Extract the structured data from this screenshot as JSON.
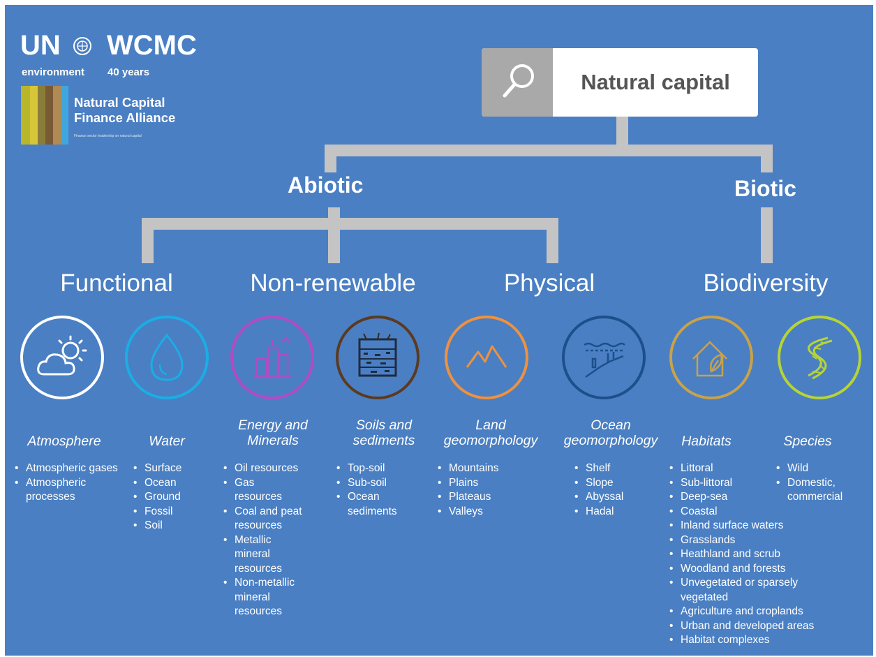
{
  "logo": {
    "un": "UN",
    "un_sub": "environment",
    "wcmc": "WCMC",
    "wcmc_sub": "40 years",
    "ncfa": "Natural Capital Finance Alliance",
    "ncfa_tagline": "Finance sector leadership on natural capital"
  },
  "root": {
    "label": "Natural capital",
    "icon": "magnifier-icon"
  },
  "branches": {
    "abiotic": "Abiotic",
    "biotic": "Biotic"
  },
  "groups": {
    "functional": "Functional",
    "non_renewable": "Non-renewable",
    "physical": "Physical",
    "biodiversity": "Biodiversity"
  },
  "colors": {
    "background": "#4a7fc3",
    "connector": "#c4c4c4",
    "atmosphere": "#ffffff",
    "water": "#1aaee5",
    "energy": "#b24bc7",
    "soils": "#5b3a22",
    "land": "#f0913d",
    "ocean": "#1d4f8c",
    "habitats": "#c9a24a",
    "species": "#b6d437"
  },
  "categories": [
    {
      "name": "Atmosphere",
      "icon": "cloud-sun-icon",
      "items": [
        "Atmospheric gases",
        "Atmospheric processes"
      ]
    },
    {
      "name": "Water",
      "icon": "water-drop-icon",
      "items": [
        "Surface",
        "Ocean",
        "Ground",
        "Fossil",
        "Soil"
      ]
    },
    {
      "name": "Energy and Minerals",
      "icon": "minerals-icon",
      "items": [
        "Oil resources",
        "Gas resources",
        "Coal and peat resources",
        "Metallic mineral resources",
        "Non-metallic mineral resources"
      ]
    },
    {
      "name": "Soils and sediments",
      "icon": "soil-layers-icon",
      "items": [
        "Top-soil",
        "Sub-soil",
        "Ocean sediments"
      ]
    },
    {
      "name": "Land geomorphology",
      "icon": "mountains-icon",
      "items": [
        "Mountains",
        "Plains",
        "Plateaus",
        "Valleys"
      ]
    },
    {
      "name": "Ocean geomorphology",
      "icon": "ocean-floor-icon",
      "items": [
        "Shelf",
        "Slope",
        "Abyssal",
        "Hadal"
      ]
    },
    {
      "name": "Habitats",
      "icon": "house-leaf-icon",
      "items": [
        "Littoral",
        "Sub-littoral",
        "Deep-sea",
        "Coastal",
        "Inland surface waters",
        "Grasslands",
        "Heathland and scrub",
        "Woodland and forests",
        "Unvegetated or sparsely vegetated",
        "Agriculture and croplands",
        "Urban and developed areas",
        "Habitat complexes"
      ]
    },
    {
      "name": "Species",
      "icon": "dna-icon",
      "items": [
        "Wild",
        "Domestic, commercial"
      ]
    }
  ]
}
